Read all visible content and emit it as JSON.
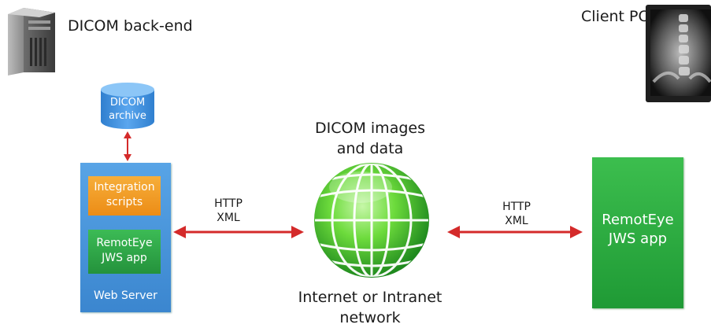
{
  "backend": {
    "label": "DICOM back-end"
  },
  "client": {
    "label": "Client PC"
  },
  "archive": {
    "line1": "DICOM",
    "line2": "archive"
  },
  "web_server": {
    "integration": {
      "line1": "Integration",
      "line2": "scripts"
    },
    "app": {
      "line1": "RemotEye",
      "line2": "JWS app"
    },
    "label": "Web Server"
  },
  "center": {
    "top_line1": "DICOM images",
    "top_line2": "and data",
    "bottom_line1": "Internet or Intranet",
    "bottom_line2": "network"
  },
  "left_link": {
    "line1": "HTTP",
    "line2": "XML"
  },
  "right_link": {
    "line1": "HTTP",
    "line2": "XML"
  },
  "client_app": {
    "line1": "RemotEye",
    "line2": "JWS app"
  },
  "colors": {
    "arrow": "#d42a2a",
    "server_blue": "#3f8fd6",
    "orange": "#f29a1e",
    "green": "#2fa84a",
    "globe_green": "#5cd23a"
  }
}
